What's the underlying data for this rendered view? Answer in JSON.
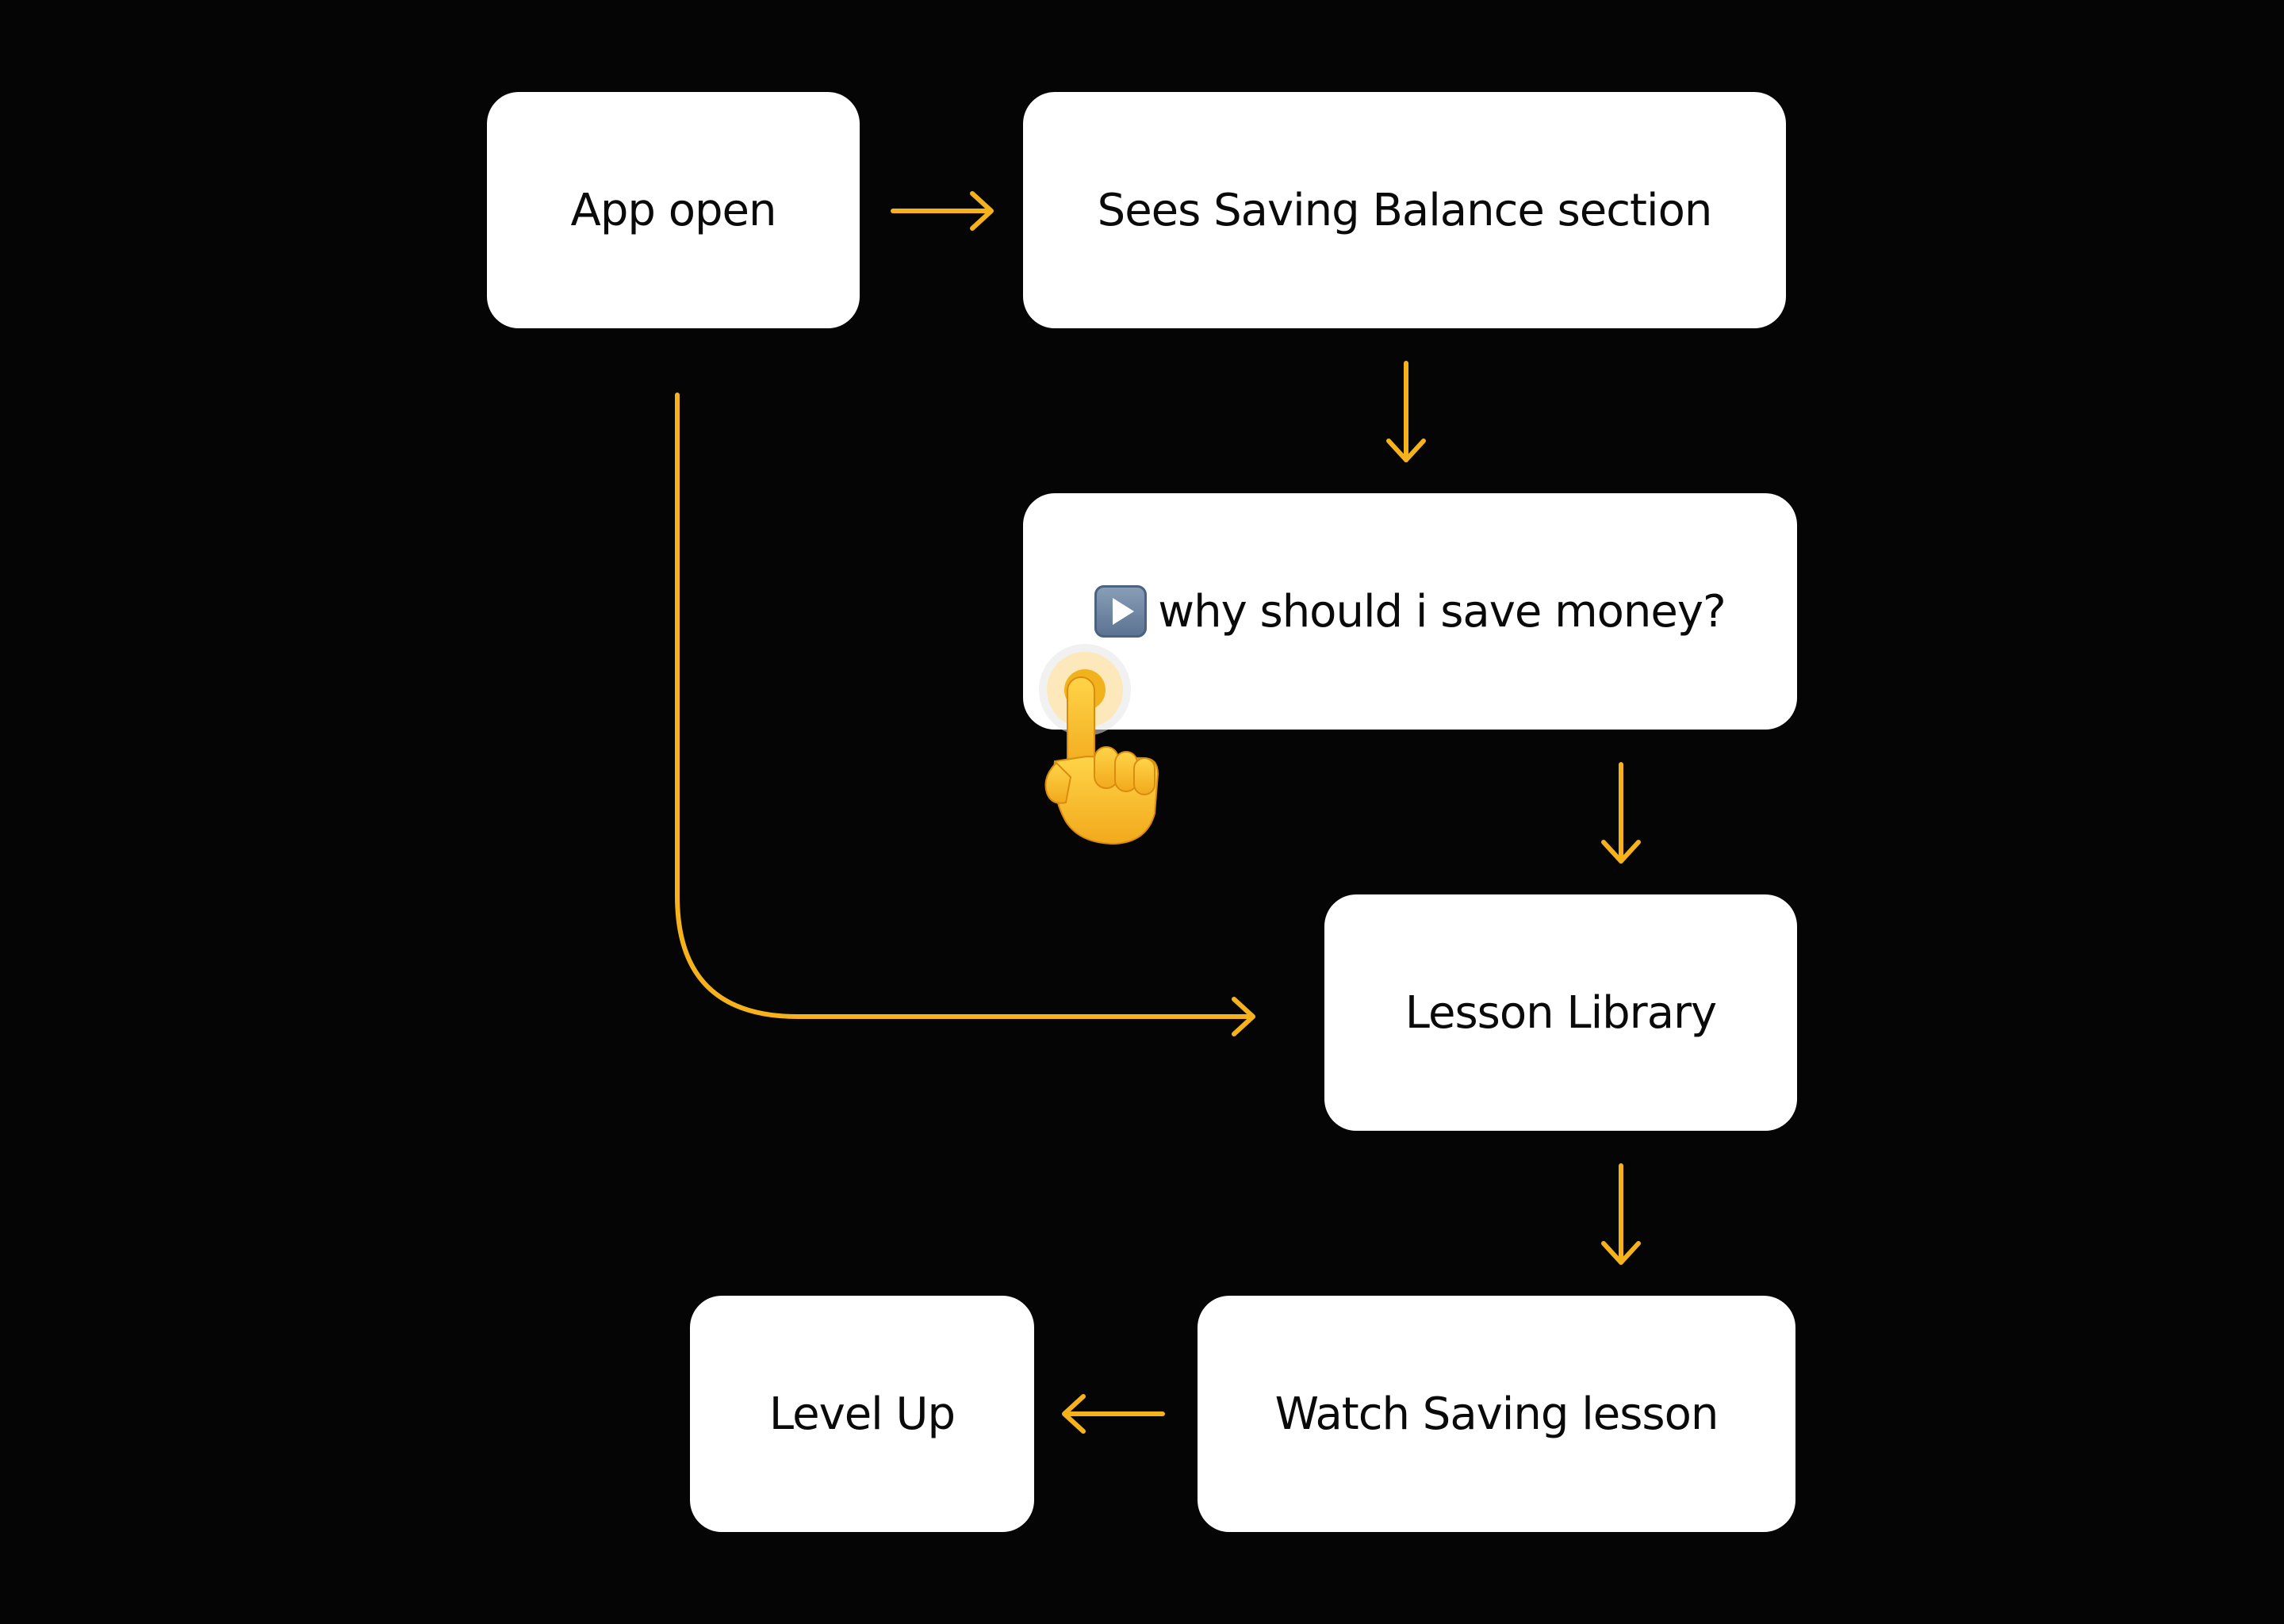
{
  "diagram": {
    "nodes": {
      "app_open": "App open",
      "sees_saving": "Sees Saving Balance section",
      "why_save": "why should i save money?",
      "lesson_library": "Lesson Library",
      "watch_lesson": "Watch Saving lesson",
      "level_up": "Level Up"
    },
    "edges": [
      {
        "from": "App open",
        "to": "Sees Saving Balance section"
      },
      {
        "from": "Sees Saving Balance section",
        "to": "why should i save money?"
      },
      {
        "from": "why should i save money?",
        "to": "Lesson Library"
      },
      {
        "from": "App open",
        "to": "Lesson Library"
      },
      {
        "from": "Lesson Library",
        "to": "Watch Saving lesson"
      },
      {
        "from": "Watch Saving lesson",
        "to": "Level Up"
      }
    ],
    "icons": {
      "why_save": "play-button-icon",
      "tap_indicator": "pointing-hand-icon"
    },
    "colors": {
      "background": "#050505",
      "node": "#ffffff",
      "arrow": "#f5b21b",
      "text": "#0a0a0a"
    }
  }
}
